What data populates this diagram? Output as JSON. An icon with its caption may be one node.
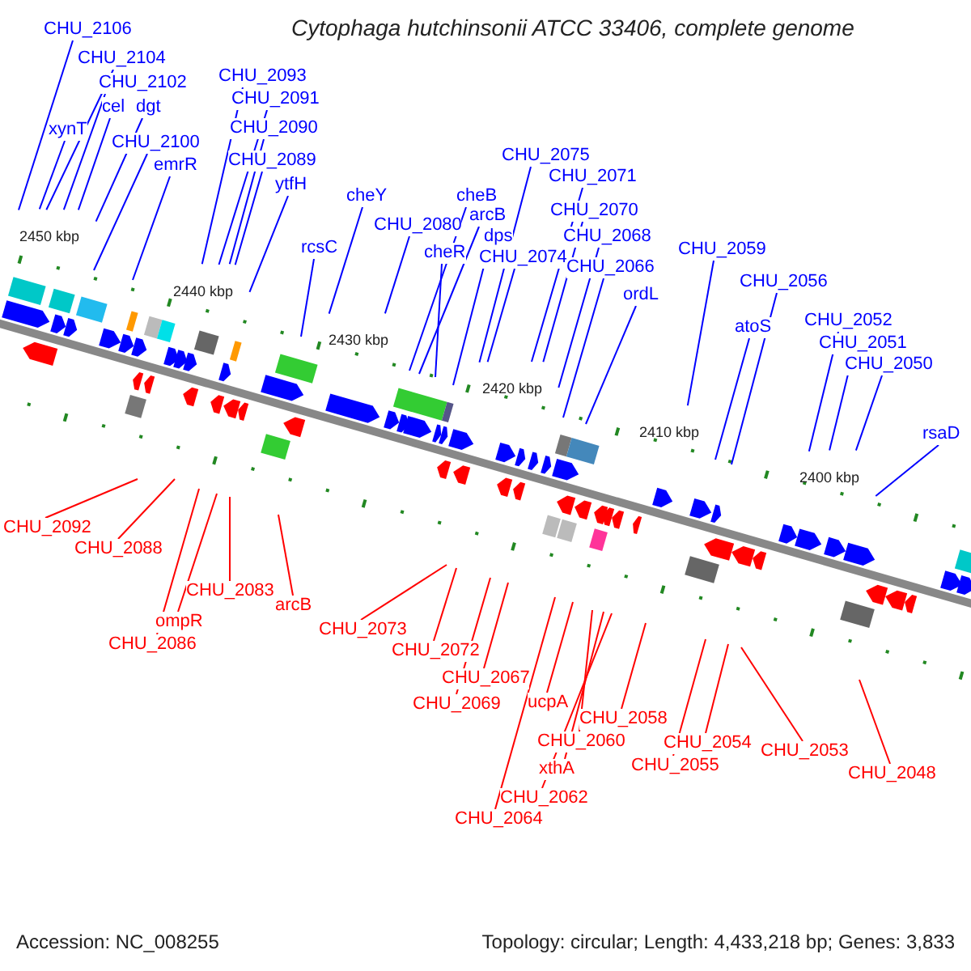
{
  "diagram": {
    "title": "Cytophaga hutchinsonii ATCC 33406, complete genome",
    "nodes": [
      {
        "text": [
          "CHU_2106"
        ]
      },
      {
        "text": [
          "CHU_2104"
        ]
      },
      {
        "text": [
          "CHU_2102"
        ]
      },
      {
        "text": [
          "cel"
        ]
      },
      {
        "text": [
          "dgt"
        ]
      },
      {
        "text": [
          "xynT"
        ]
      },
      {
        "text": [
          "CHU_2100"
        ]
      },
      {
        "text": [
          "emrR"
        ]
      },
      {
        "text": [
          "CHU_2093"
        ]
      },
      {
        "text": [
          "CHU_2091"
        ]
      },
      {
        "text": [
          "CHU_2090"
        ]
      },
      {
        "text": [
          "CHU_2089"
        ]
      },
      {
        "text": [
          "ytfH"
        ]
      },
      {
        "text": [
          "rcsC"
        ]
      },
      {
        "text": [
          "cheY"
        ]
      },
      {
        "text": [
          "CHU_2080"
        ]
      },
      {
        "text": [
          "cheB"
        ]
      },
      {
        "text": [
          "arcB"
        ]
      },
      {
        "text": [
          "cheR"
        ]
      },
      {
        "text": [
          "dps"
        ]
      },
      {
        "text": [
          "CHU_2074"
        ]
      },
      {
        "text": [
          "CHU_2075"
        ]
      },
      {
        "text": [
          "CHU_2071"
        ]
      },
      {
        "text": [
          "CHU_2070"
        ]
      },
      {
        "text": [
          "CHU_2068"
        ]
      },
      {
        "text": [
          "CHU_2066"
        ]
      },
      {
        "text": [
          "ordL"
        ]
      },
      {
        "text": [
          "CHU_2059"
        ]
      },
      {
        "text": [
          "CHU_2056"
        ]
      },
      {
        "text": [
          "atoS"
        ]
      },
      {
        "text": [
          "CHU_2052"
        ]
      },
      {
        "text": [
          "CHU_2051"
        ]
      },
      {
        "text": [
          "CHU_2050"
        ]
      },
      {
        "text": [
          "rsaD"
        ]
      },
      {
        "text": [
          "CHU_2092"
        ]
      },
      {
        "text": [
          "CHU_2088"
        ]
      },
      {
        "text": [
          "ompR"
        ]
      },
      {
        "text": [
          "CHU_2083"
        ]
      },
      {
        "text": [
          "CHU_2086"
        ]
      },
      {
        "text": [
          "arcB"
        ]
      },
      {
        "text": [
          "CHU_2073"
        ]
      },
      {
        "text": [
          "CHU_2072"
        ]
      },
      {
        "text": [
          "CHU_2067"
        ]
      },
      {
        "text": [
          "CHU_2069"
        ]
      },
      {
        "text": [
          "ucpA"
        ]
      },
      {
        "text": [
          "CHU_2058"
        ]
      },
      {
        "text": [
          "CHU_2060"
        ]
      },
      {
        "text": [
          "xthA"
        ]
      },
      {
        "text": [
          "CHU_2062"
        ]
      },
      {
        "text": [
          "CHU_2064"
        ]
      },
      {
        "text": [
          "CHU_2055"
        ]
      },
      {
        "text": [
          "CHU_2054"
        ]
      },
      {
        "text": [
          "CHU_2053"
        ]
      },
      {
        "text": [
          "CHU_2048"
        ]
      }
    ],
    "edges": [
      {
        "from": 0,
        "to": null,
        "arrow": "none"
      },
      {
        "from": 1,
        "to": null,
        "arrow": "none"
      },
      {
        "from": 2,
        "to": null,
        "arrow": "none"
      },
      {
        "from": 3,
        "to": null,
        "arrow": "none"
      },
      {
        "from": 4,
        "to": null,
        "arrow": "none"
      },
      {
        "from": 5,
        "to": null,
        "arrow": "none"
      },
      {
        "from": 6,
        "to": null,
        "arrow": "none"
      },
      {
        "from": 7,
        "to": null,
        "arrow": "none"
      },
      {
        "from": 8,
        "to": null,
        "arrow": "none"
      },
      {
        "from": 9,
        "to": null,
        "arrow": "none"
      },
      {
        "from": 10,
        "to": null,
        "arrow": "none"
      },
      {
        "from": 11,
        "to": null,
        "arrow": "none"
      },
      {
        "from": 12,
        "to": null,
        "arrow": "none"
      },
      {
        "from": 13,
        "to": null,
        "arrow": "none"
      },
      {
        "from": 14,
        "to": null,
        "arrow": "none"
      },
      {
        "from": 15,
        "to": null,
        "arrow": "none"
      },
      {
        "from": 16,
        "to": null,
        "arrow": "none"
      },
      {
        "from": 17,
        "to": null,
        "arrow": "none"
      },
      {
        "from": 18,
        "to": null,
        "arrow": "none"
      },
      {
        "from": 19,
        "to": null,
        "arrow": "none"
      },
      {
        "from": 20,
        "to": null,
        "arrow": "none"
      },
      {
        "from": 21,
        "to": null,
        "arrow": "none"
      },
      {
        "from": 22,
        "to": null,
        "arrow": "none"
      },
      {
        "from": 23,
        "to": null,
        "arrow": "none"
      },
      {
        "from": 24,
        "to": null,
        "arrow": "none"
      },
      {
        "from": 25,
        "to": null,
        "arrow": "none"
      },
      {
        "from": 26,
        "to": null,
        "arrow": "none"
      },
      {
        "from": 27,
        "to": null,
        "arrow": "none"
      },
      {
        "from": 28,
        "to": null,
        "arrow": "none"
      },
      {
        "from": 29,
        "to": null,
        "arrow": "none"
      },
      {
        "from": 30,
        "to": null,
        "arrow": "none"
      },
      {
        "from": 31,
        "to": null,
        "arrow": "none"
      },
      {
        "from": 32,
        "to": null,
        "arrow": "none"
      },
      {
        "from": 33,
        "to": null,
        "arrow": "none"
      },
      {
        "from": 34,
        "to": null,
        "arrow": "none",
        "color": "#ff0000"
      },
      {
        "from": 35,
        "to": null,
        "arrow": "none",
        "color": "#ff0000"
      },
      {
        "from": 36,
        "to": null,
        "arrow": "none",
        "color": "#ff0000"
      },
      {
        "from": 37,
        "to": null,
        "arrow": "none",
        "color": "#ff0000"
      },
      {
        "from": 38,
        "to": null,
        "arrow": "none",
        "color": "#ff0000"
      },
      {
        "from": 39,
        "to": null,
        "arrow": "none",
        "color": "#ff0000"
      },
      {
        "from": 40,
        "to": null,
        "arrow": "none",
        "color": "#ff0000"
      },
      {
        "from": 41,
        "to": null,
        "arrow": "none",
        "color": "#ff0000"
      },
      {
        "from": 42,
        "to": null,
        "arrow": "none",
        "color": "#ff0000"
      },
      {
        "from": 43,
        "to": null,
        "arrow": "none",
        "color": "#ff0000"
      },
      {
        "from": 44,
        "to": null,
        "arrow": "none",
        "color": "#ff0000"
      },
      {
        "from": 45,
        "to": null,
        "arrow": "none",
        "color": "#ff0000"
      },
      {
        "from": 46,
        "to": null,
        "arrow": "none",
        "color": "#ff0000"
      },
      {
        "from": 47,
        "to": null,
        "arrow": "none",
        "color": "#ff0000"
      },
      {
        "from": 48,
        "to": null,
        "arrow": "none",
        "color": "#ff0000"
      },
      {
        "from": 49,
        "to": null,
        "arrow": "none",
        "color": "#ff0000"
      },
      {
        "from": 50,
        "to": null,
        "arrow": "none",
        "color": "#ff0000"
      },
      {
        "from": 51,
        "to": null,
        "arrow": "none",
        "color": "#ff0000"
      },
      {
        "from": 52,
        "to": null,
        "arrow": "none",
        "color": "#ff0000"
      },
      {
        "from": 53,
        "to": null,
        "arrow": "none",
        "color": "#ff0000"
      }
    ],
    "labels": [
      "2450 kbp",
      "2440 kbp",
      "2430 kbp",
      "2420 kbp",
      "2410 kbp",
      "2400 kbp",
      "Accession: NC_008255",
      "Topology: circular; Length: 4,433,218 bp; Genes: 3,833"
    ]
  }
}
